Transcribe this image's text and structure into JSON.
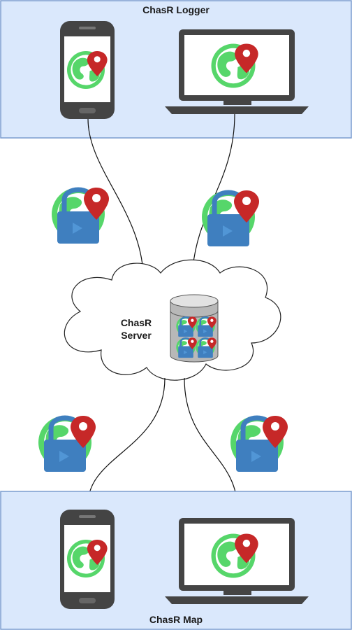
{
  "logger": {
    "title": "ChasR Logger"
  },
  "server": {
    "line1": "ChasR",
    "line2": "Server"
  },
  "map": {
    "title": "ChasR Map"
  },
  "colors": {
    "panel_fill": "#dae8fc",
    "panel_stroke": "#7a9ccf",
    "device_dark": "#444444",
    "globe_green": "#56d66a",
    "pin_red": "#c62828",
    "lock_blue": "#3f7fbf"
  },
  "icons": [
    "smartphone-icon",
    "laptop-icon",
    "globe-icon",
    "map-pin-icon",
    "padlock-icon",
    "cloud-icon",
    "database-icon"
  ]
}
